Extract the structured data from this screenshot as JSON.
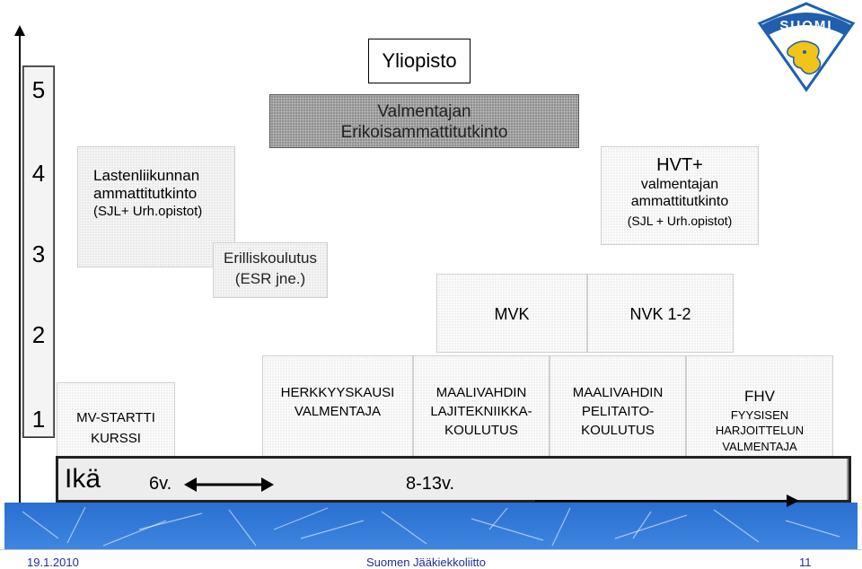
{
  "levels": [
    "5",
    "4",
    "3",
    "2",
    "1"
  ],
  "boxes": {
    "yliopisto": "Yliopisto",
    "valmentajan_line1": "Valmentajan",
    "valmentajan_line2": "Erikoisammattitutkinto",
    "lastenliikunnan_line1": "Lastenliikunnan",
    "lastenliikunnan_line2": "ammattitutkinto",
    "lastenliikunnan_line3": "(SJL+ Urh.opistot)",
    "erillis_line1": "Erilliskoulutus",
    "erillis_line2": "(ESR jne.)",
    "hvt_line1": "HVT+",
    "hvt_line2": "valmentajan",
    "hvt_line3": "ammattitutkinto",
    "hvt_line4": "(SJL + Urh.opistot)",
    "mvk": "MVK",
    "nvk": "NVK 1-2",
    "mvstartti_line1": "MV-STARTTI",
    "mvstartti_line2": "KURSSI",
    "herkkyys_line1": "HERKKYYSKAUSI",
    "herkkyys_line2": "VALMENTAJA",
    "maalivahdin1_line1": "MAALIVAHDIN",
    "maalivahdin1_line2": "LAJITEKNIIKKA-",
    "maalivahdin1_line3": "KOULUTUS",
    "maalivahdin2_line1": "MAALIVAHDIN",
    "maalivahdin2_line2": "PELITAITO-",
    "maalivahdin2_line3": "KOULUTUS",
    "fhv_line1": "FHV",
    "fhv_line2": "FYYSISEN",
    "fhv_line3": "HARJOITTELUN",
    "fhv_line4": "VALMENTAJA"
  },
  "age_bar": {
    "label": "Ikä",
    "start": "6v.",
    "mid": "8-13v."
  },
  "logo": {
    "text": "SUOMI"
  },
  "footer": {
    "date": "19.1.2010",
    "org": "Suomen Jääkiekkoliitto",
    "page": "11"
  },
  "colors": {
    "level_bar": "#6e6e6e",
    "dark_box": "#8e8e8e",
    "ice_blue": "#2f78d6",
    "logo_blue": "#1f5fae",
    "logo_gold": "#f0c419",
    "footer_text": "#1a2fa0"
  }
}
